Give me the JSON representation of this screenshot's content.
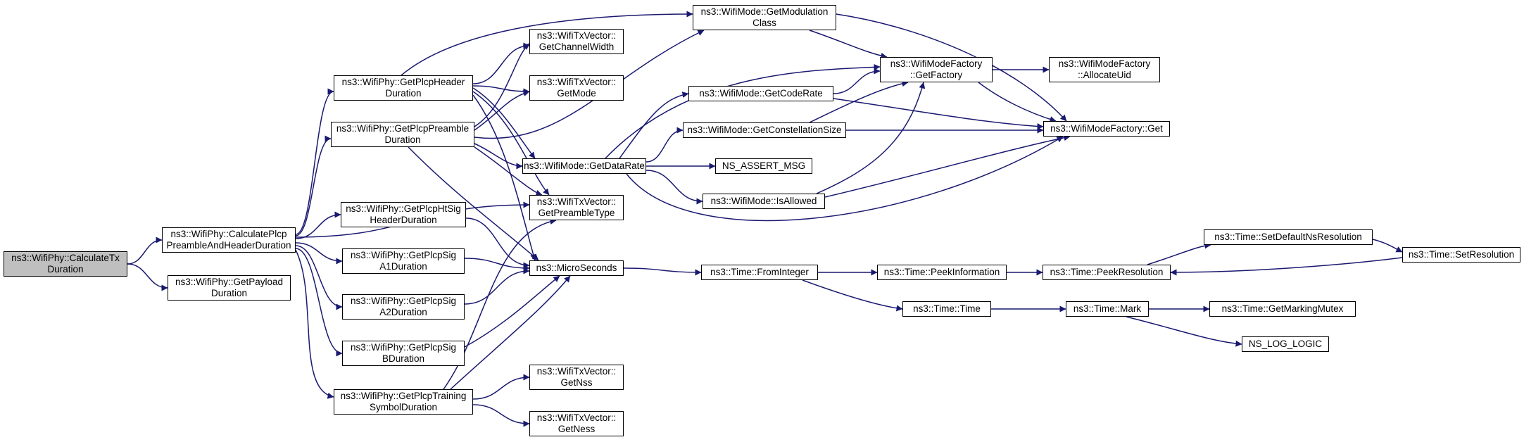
{
  "colors": {
    "edge": "#191970",
    "node_border": "#000000",
    "root_fill": "#bfbfbf",
    "node_fill": "#ffffff"
  },
  "nodes": {
    "calctx": [
      "ns3::WifiPhy::CalculateTx",
      "Duration"
    ],
    "calcplcp": [
      "ns3::WifiPhy::CalculatePlcp",
      "PreambleAndHeaderDuration"
    ],
    "payload": [
      "ns3::WifiPhy::GetPayload",
      "Duration"
    ],
    "hdr": [
      "ns3::WifiPhy::GetPlcpHeader",
      "Duration"
    ],
    "pre": [
      "ns3::WifiPhy::GetPlcpPreamble",
      "Duration"
    ],
    "htsig": [
      "ns3::WifiPhy::GetPlcpHtSig",
      "HeaderDuration"
    ],
    "siga1": [
      "ns3::WifiPhy::GetPlcpSig",
      "A1Duration"
    ],
    "siga2": [
      "ns3::WifiPhy::GetPlcpSig",
      "A2Duration"
    ],
    "sigb": [
      "ns3::WifiPhy::GetPlcpSig",
      "BDuration"
    ],
    "train": [
      "ns3::WifiPhy::GetPlcpTraining",
      "SymbolDuration"
    ],
    "chw": [
      "ns3::WifiTxVector::",
      "GetChannelWidth"
    ],
    "getmode": [
      "ns3::WifiTxVector::",
      "GetMode"
    ],
    "pretype": [
      "ns3::WifiTxVector::",
      "GetPreambleType"
    ],
    "micro": [
      "ns3::MicroSeconds"
    ],
    "nss": [
      "ns3::WifiTxVector::",
      "GetNss"
    ],
    "ness": [
      "ns3::WifiTxVector::",
      "GetNess"
    ],
    "modclass": [
      "ns3::WifiMode::GetModulation",
      "Class"
    ],
    "coderate": [
      "ns3::WifiMode::GetCodeRate"
    ],
    "datarate": [
      "ns3::WifiMode::GetDataRate"
    ],
    "constel": [
      "ns3::WifiMode::GetConstellationSize"
    ],
    "assert": [
      "NS_ASSERT_MSG"
    ],
    "allowed": [
      "ns3::WifiMode::IsAllowed"
    ],
    "factory": [
      "ns3::WifiModeFactory",
      "::GetFactory"
    ],
    "alloc": [
      "ns3::WifiModeFactory",
      "::AllocateUid"
    ],
    "get": [
      "ns3::WifiModeFactory::Get"
    ],
    "fromint": [
      "ns3::Time::FromInteger"
    ],
    "peekinfo": [
      "ns3::Time::PeekInformation"
    ],
    "peekres": [
      "ns3::Time::PeekResolution"
    ],
    "setdef": [
      "ns3::Time::SetDefaultNsResolution"
    ],
    "setres": [
      "ns3::Time::SetResolution"
    ],
    "time": [
      "ns3::Time::Time"
    ],
    "mark": [
      "ns3::Time::Mark"
    ],
    "mutex": [
      "ns3::Time::GetMarkingMutex"
    ],
    "log": [
      "NS_LOG_LOGIC"
    ]
  }
}
